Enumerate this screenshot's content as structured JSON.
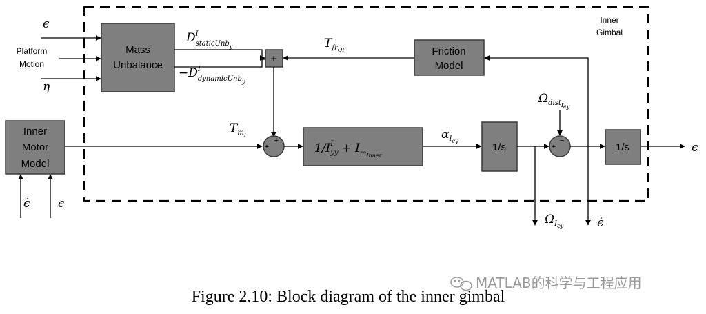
{
  "blocks": {
    "mass_unbalance": [
      "Mass",
      "Unbalance"
    ],
    "friction_model": [
      "Friction",
      "Model"
    ],
    "inner_motor_model": [
      "Inner",
      "Motor",
      "Model"
    ],
    "inertia": "1/I",
    "integrator_1": "1/s",
    "integrator_2": "1/s"
  },
  "labels": {
    "inner_gimbal": [
      "Inner",
      "Gimbal"
    ],
    "platform_motion": [
      "Platform",
      "Motion"
    ],
    "eps": "ϵ",
    "eta": "η",
    "eps_dot": "ϵ̇",
    "D": "D",
    "I": "I",
    "static_unb": "staticUnb",
    "dynamic_unb": "dynamicUnb",
    "y": "y",
    "minus": "−",
    "T": "T",
    "fr": "fr",
    "OI": "OI",
    "m": "m",
    "alpha": "α",
    "Omega": "Ω",
    "dist": "dist",
    "Iey_I": "I",
    "Iey_ey": "ey",
    "yy": "yy",
    "inner_sub": "Inner",
    "plus_I": "+ I"
  },
  "signs": {
    "plus": "+",
    "minus": "−"
  },
  "caption": "Figure 2.10: Block diagram of the inner gimbal",
  "watermark": "MATLAB的科学与工程应用"
}
